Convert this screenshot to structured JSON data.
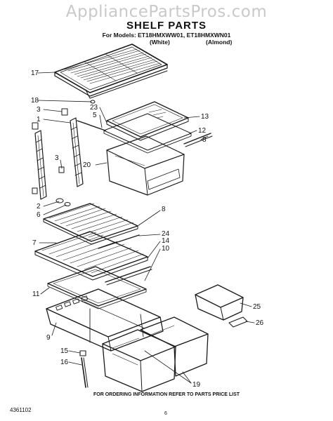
{
  "watermark": "AppliancePartsPros.com",
  "header": {
    "title": "SHELF PARTS",
    "models": "For Models: ET18HMXWW01, ET18HMXWN01",
    "variant_white": "(White)",
    "variant_almond": "(Almond)"
  },
  "callouts": [
    "17",
    "18",
    "3",
    "1",
    "23",
    "5",
    "13",
    "12",
    "8",
    "20",
    "3",
    "2",
    "6",
    "8",
    "24",
    "7",
    "14",
    "10",
    "11",
    "25",
    "26",
    "9",
    "15",
    "16",
    "19"
  ],
  "footer": {
    "note": "FOR ORDERING INFORMATION REFER TO PARTS PRICE LIST",
    "doc_number": "4361102",
    "page_number": "6"
  }
}
